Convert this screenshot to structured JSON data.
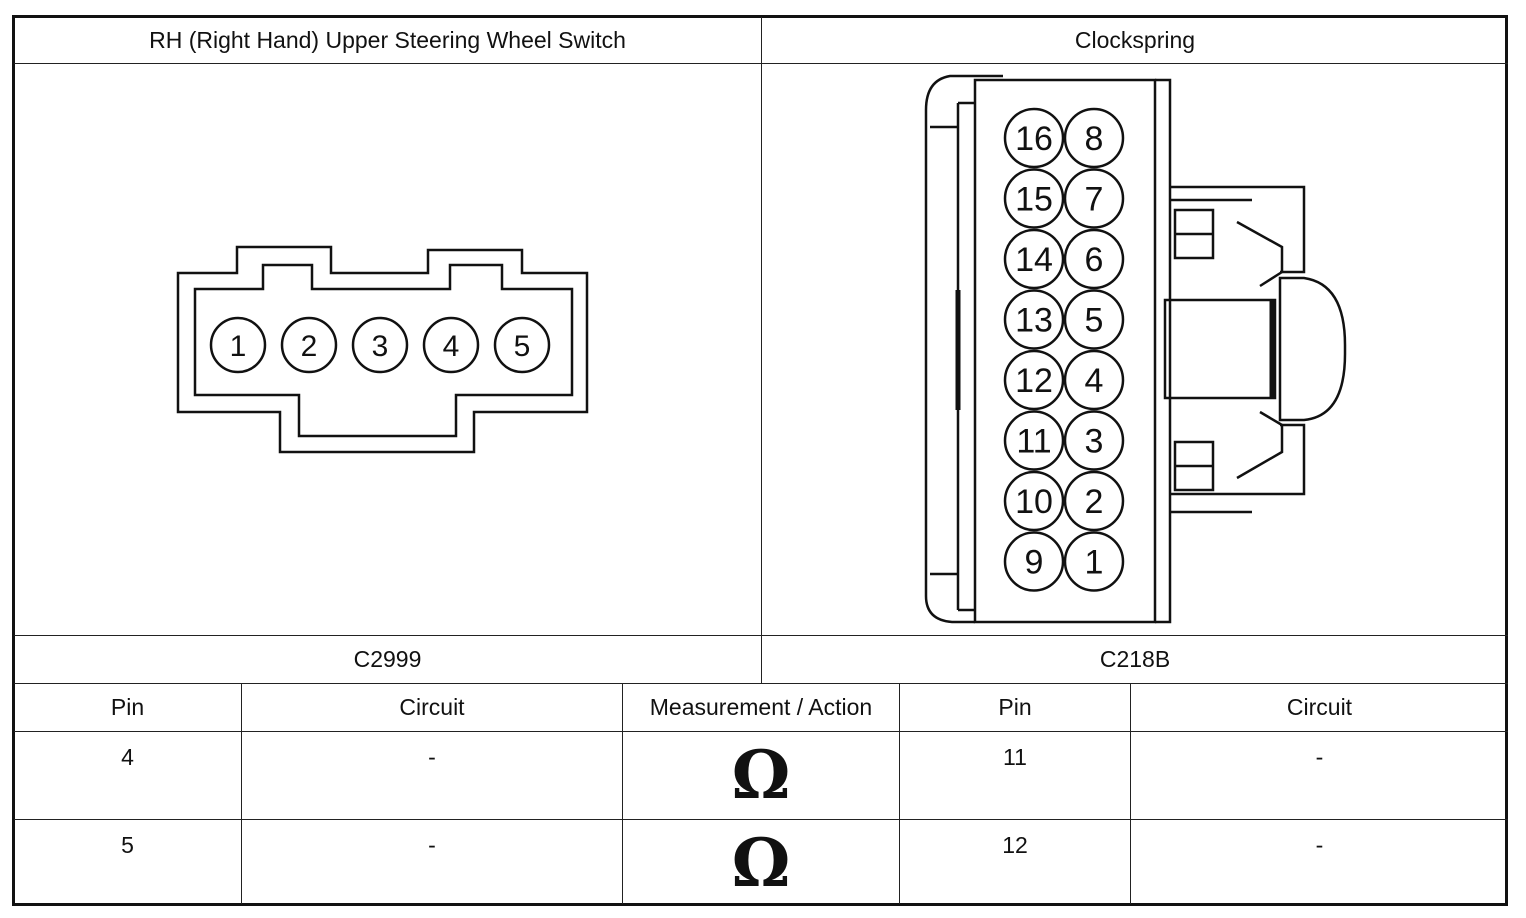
{
  "connectors": {
    "left": {
      "title": "RH (Right Hand) Upper Steering Wheel Switch",
      "code": "C2999",
      "pins": [
        "1",
        "2",
        "3",
        "4",
        "5"
      ]
    },
    "right": {
      "title": "Clockspring",
      "code": "C218B",
      "pins_left": [
        "16",
        "15",
        "14",
        "13",
        "12",
        "11",
        "10",
        "9"
      ],
      "pins_right": [
        "8",
        "7",
        "6",
        "5",
        "4",
        "3",
        "2",
        "1"
      ]
    }
  },
  "table": {
    "headers": [
      "Pin",
      "Circuit",
      "Measurement / Action",
      "Pin",
      "Circuit"
    ],
    "rows": [
      {
        "pin_a": "4",
        "circuit_a": "-",
        "measurement": "Ω",
        "pin_b": "11",
        "circuit_b": "-"
      },
      {
        "pin_a": "5",
        "circuit_a": "-",
        "measurement": "Ω",
        "pin_b": "12",
        "circuit_b": "-"
      }
    ]
  }
}
